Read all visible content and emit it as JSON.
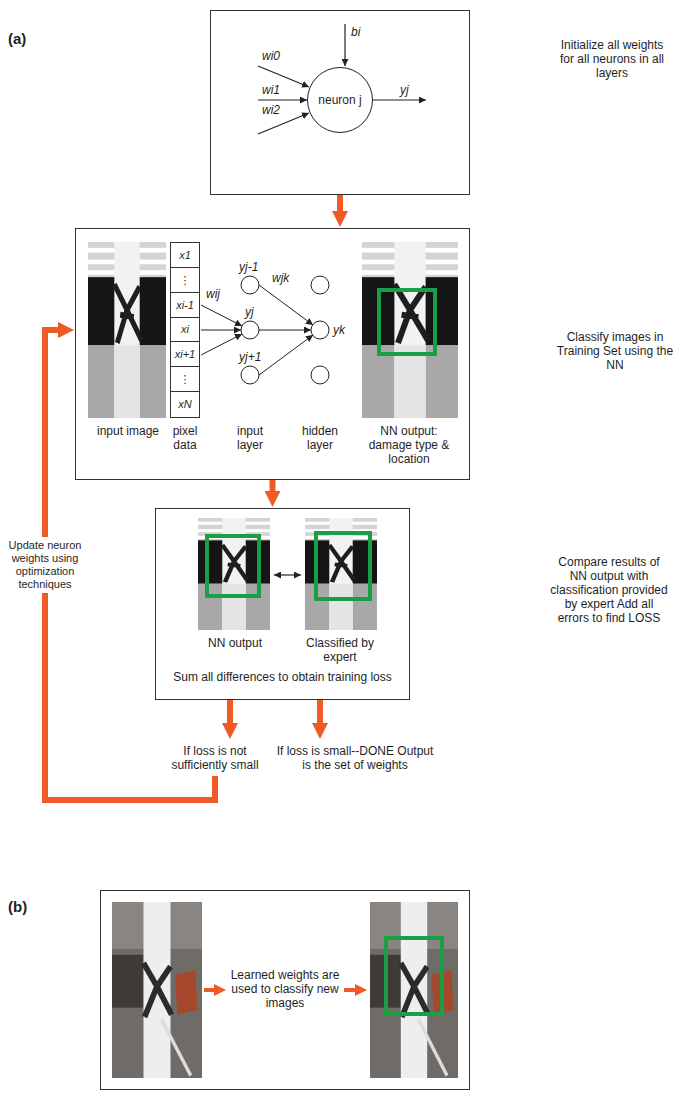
{
  "diagram": {
    "nodes": [
      {
        "text": [
          "wi0",
          "wi1",
          "wi2",
          "bi",
          "yj"
        ]
      },
      {
        "text": [
          "neuron j"
        ],
        "in": 0
      },
      {
        "text": [
          "input image",
          "pixel data",
          "wij",
          "yj-1",
          "yj",
          "yj+1",
          "wjk",
          "yk",
          "input layer",
          "hidden layer",
          "NN output: damage type & location"
        ]
      },
      {
        "text": [
          "x1",
          "⋮",
          "xi-1",
          "xi",
          "xi+1",
          "⋮",
          "xN"
        ],
        "in": 2
      },
      {
        "text": [
          "NN output",
          "Classified by expert",
          "Sum all differences to obtain training loss"
        ]
      },
      {
        "text": [
          "If loss is not sufficiently small"
        ]
      },
      {
        "text": [
          "If loss is small--DONE Output is the set of weights"
        ]
      },
      {
        "text": [
          "Learned weights are used to classify new images"
        ]
      }
    ],
    "edges": [
      {
        "from": 0,
        "to": 2,
        "arrow": "to"
      },
      {
        "from": 2,
        "to": 4,
        "arrow": "to"
      },
      {
        "from": 4,
        "to": 5,
        "arrow": "to"
      },
      {
        "from": 4,
        "to": 6,
        "arrow": "to"
      },
      {
        "from": 5,
        "to": 2,
        "arrow": "to",
        "label": "Update neuron weights using optimization techniques"
      }
    ],
    "labels": [
      "(a)",
      "Initialize all weights for all neurons in all layers",
      "Classify images in Training Set using the NN",
      "Compare results of NN output with classification provided by expert Add all errors to find LOSS",
      "(b)"
    ]
  }
}
